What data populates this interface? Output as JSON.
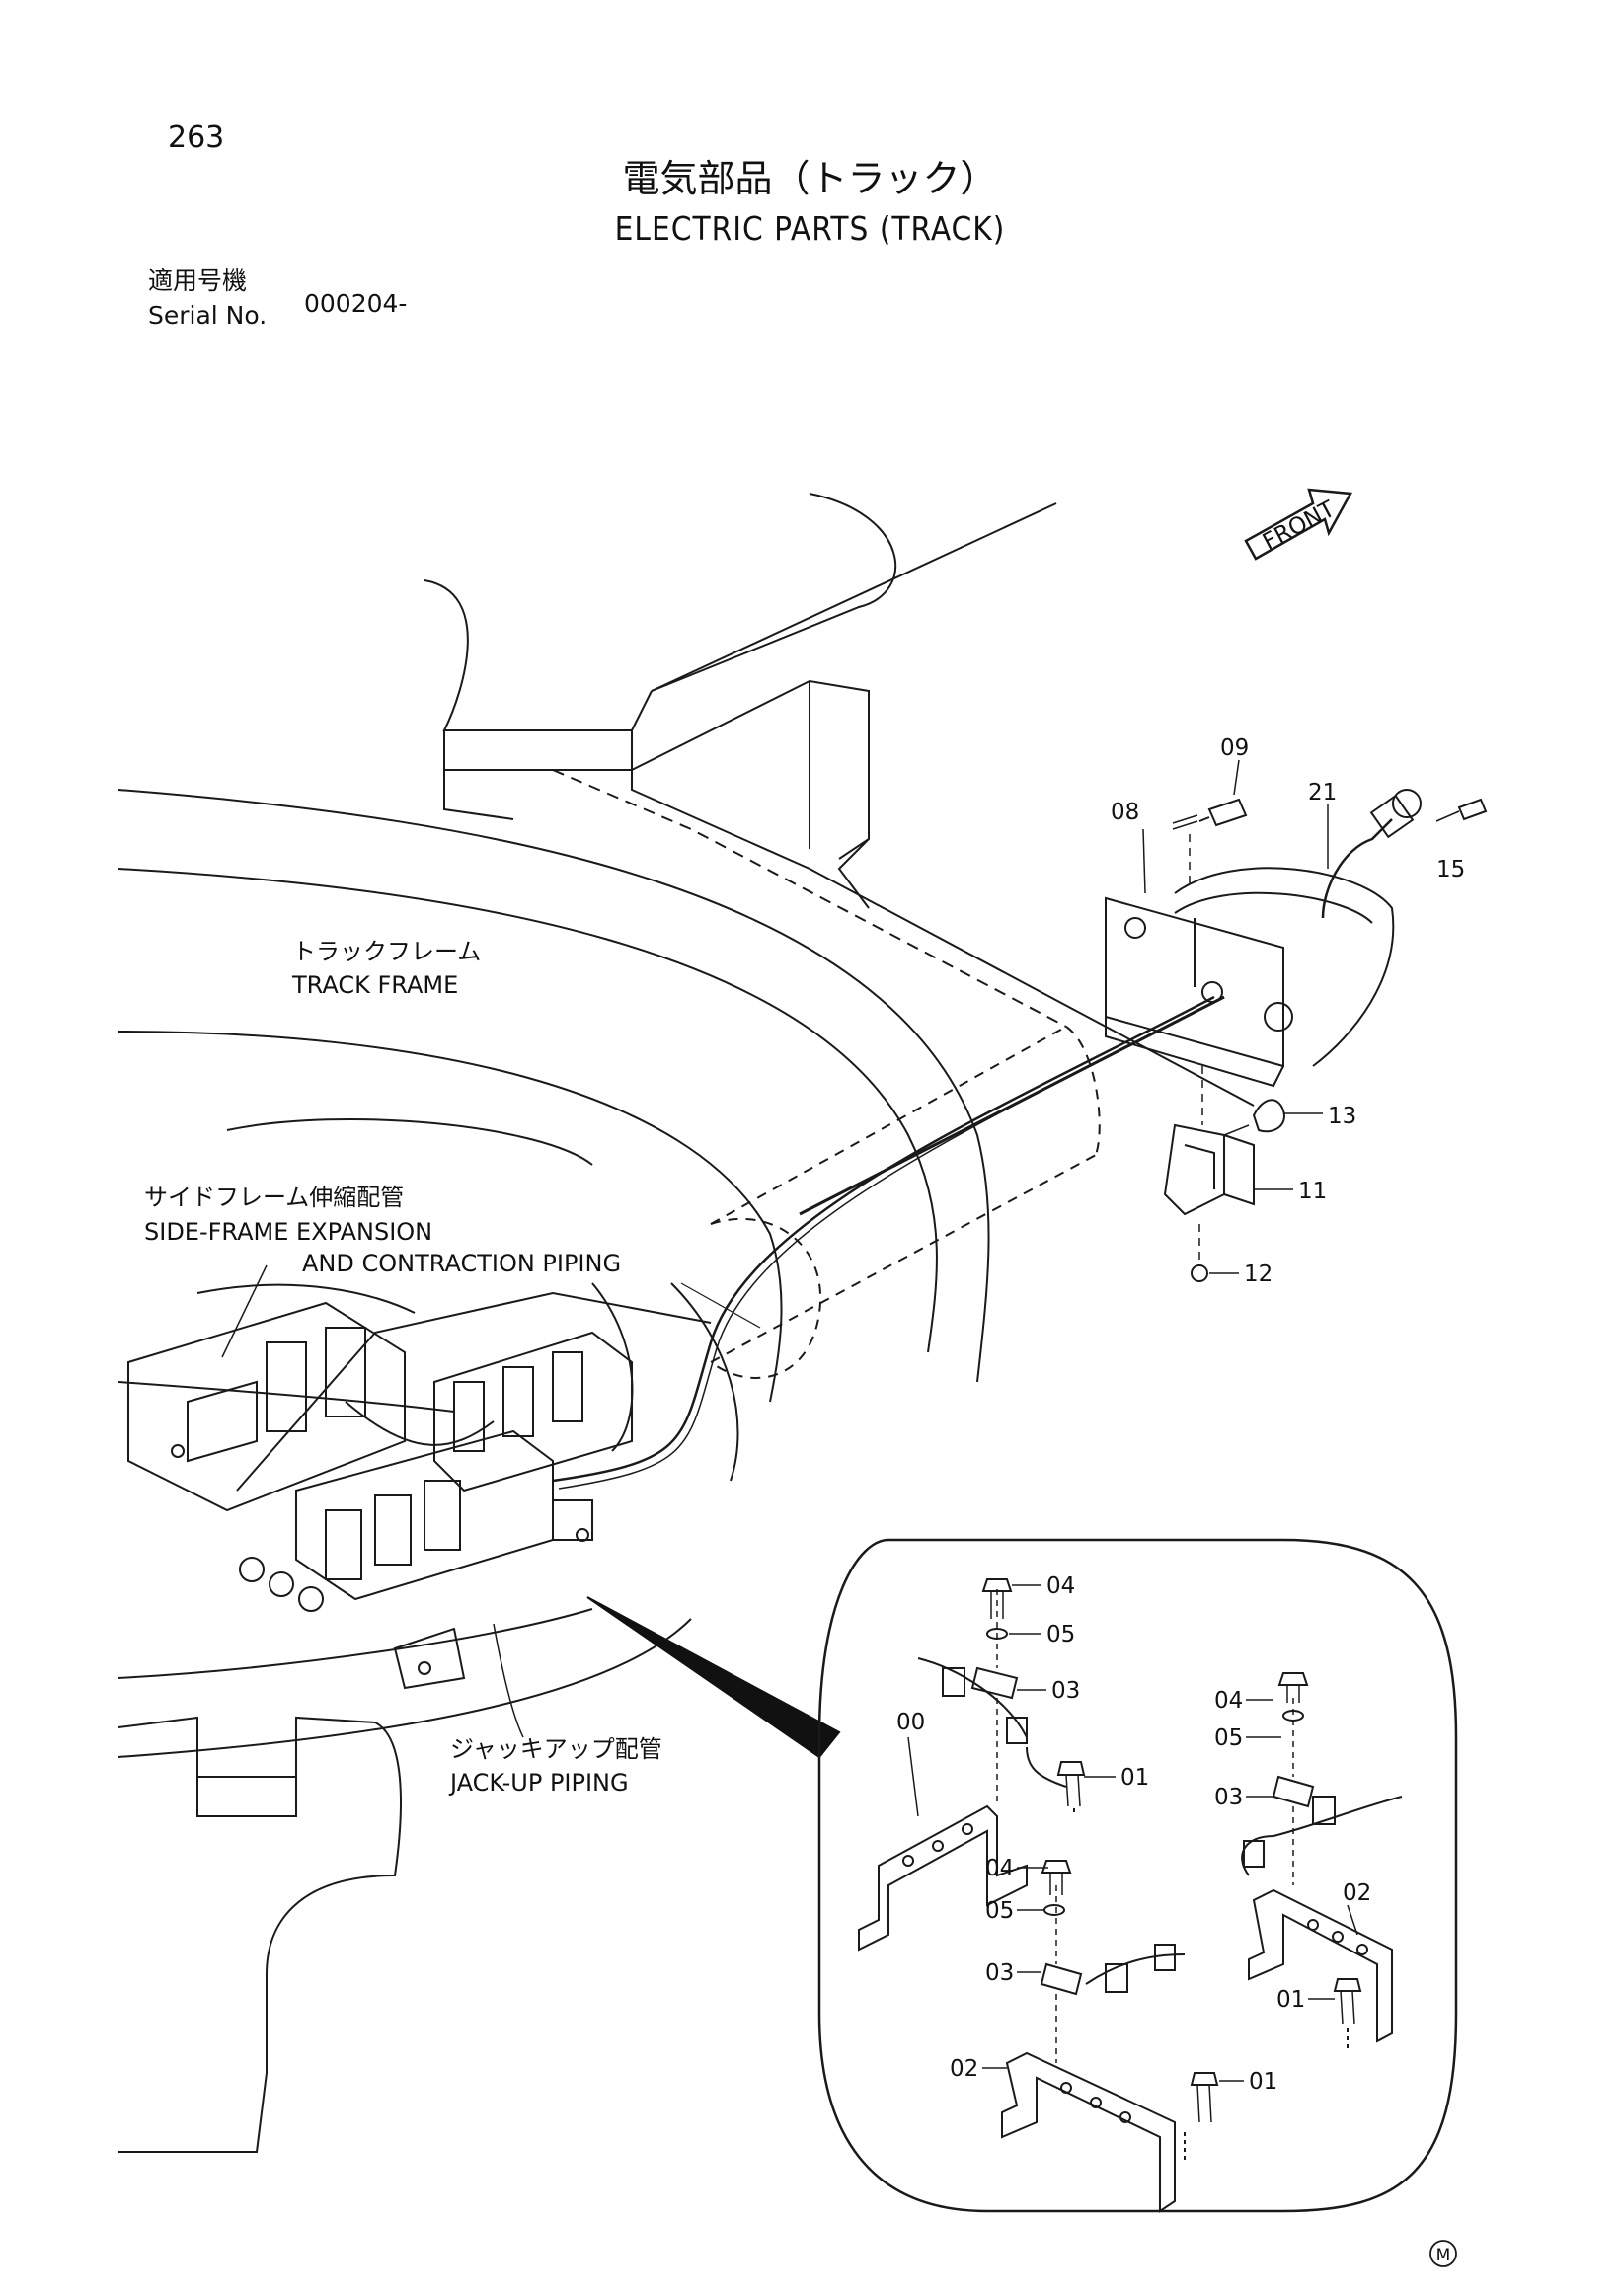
{
  "header": {
    "page_number": "263",
    "title_ja": "電気部品（トラック）",
    "title_en": "ELECTRIC PARTS (TRACK)",
    "serial_label_ja": "適用号機",
    "serial_label_en": "Serial No.",
    "serial_value": "000204-"
  },
  "labels": {
    "front": "FRONT",
    "track_frame_ja": "トラックフレーム",
    "track_frame_en": "TRACK FRAME",
    "side_frame_ja": "サイドフレーム伸縮配管",
    "side_frame_en_1": "SIDE-FRAME EXPANSION",
    "side_frame_en_2": "AND CONTRACTION PIPING",
    "jackup_ja": "ジャッキアップ配管",
    "jackup_en": "JACK-UP PIPING",
    "mark": "M"
  },
  "parts": {
    "p08": "08",
    "p09": "09",
    "p21": "21",
    "p15": "15",
    "p13": "13",
    "p11": "11",
    "p12": "12",
    "d_04a": "04",
    "d_05a": "05",
    "d_03a": "03",
    "d_00": "00",
    "d_01a": "01",
    "d_04b": "04",
    "d_05b": "05",
    "d_03b": "03",
    "d_02a": "02",
    "d_01b": "01",
    "d_04c": "04",
    "d_05c": "05",
    "d_03c": "03",
    "d_02b": "02",
    "d_01c": "01"
  }
}
